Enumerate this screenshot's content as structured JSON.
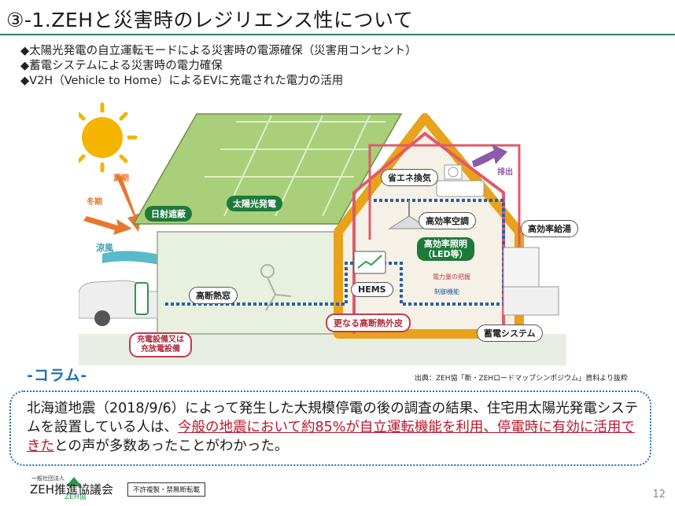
{
  "title": "③-1.ZEHと災害時のレジリエンス性について",
  "bullets": [
    "◆太陽光発電の自立運転モードによる災害時の電源確保（災害用コンセント）",
    "◆蓄電システムによる災害時の電力確保",
    "◆V2H（Vehicle to Home）によるEVに充電された電力の活用"
  ],
  "diagram": {
    "summer": "夏期",
    "winter": "冬期",
    "cool_breeze": "涼風",
    "sun_shading": "日射遮蔽",
    "solar_power": "太陽光発電",
    "energy_saving_ventilation": "省エネ換気",
    "exhaust": "排出",
    "high_eff_ac": "高効率空調",
    "high_eff_lighting_1": "高効率照明",
    "high_eff_lighting_2": "（LED等）",
    "high_eff_water_heater": "高効率給湯",
    "power_monitoring": "電力量の把握",
    "control": "制御機能",
    "hems": "HEMS",
    "high_insulation_windows": "高断熱窓",
    "more_insulation": "更なる高断熱外皮",
    "storage_system": "蓄電システム",
    "charger_1": "充電設備又は",
    "charger_2": "充放電設備"
  },
  "column_label": "-コラム-",
  "source": "出典：ZEH協「新・ZEHロードマップシンポジウム」資料より抜粋",
  "note": {
    "part1": "北海道地震（2018/9/6）によって発生した大規模停電の後の調査の結果、住宅用太陽光発電システムを設置している人は、",
    "highlight": "今般の地震において約85%が自立運転機能を利用、停電時に有効に活用できた",
    "part2": "との声が多数あったことがわかった。"
  },
  "footer": {
    "org_small": "一般社団法人",
    "org_name": "ZEH推進協議会",
    "logo_text": "ZEH協",
    "notice": "不許複製・禁無断転載"
  },
  "page_number": "12",
  "colors": {
    "accent_teal": "#2b7d6f",
    "column_blue": "#1f6fb8",
    "highlight_red": "#c0142a",
    "house_green": "#1e7a3a"
  }
}
